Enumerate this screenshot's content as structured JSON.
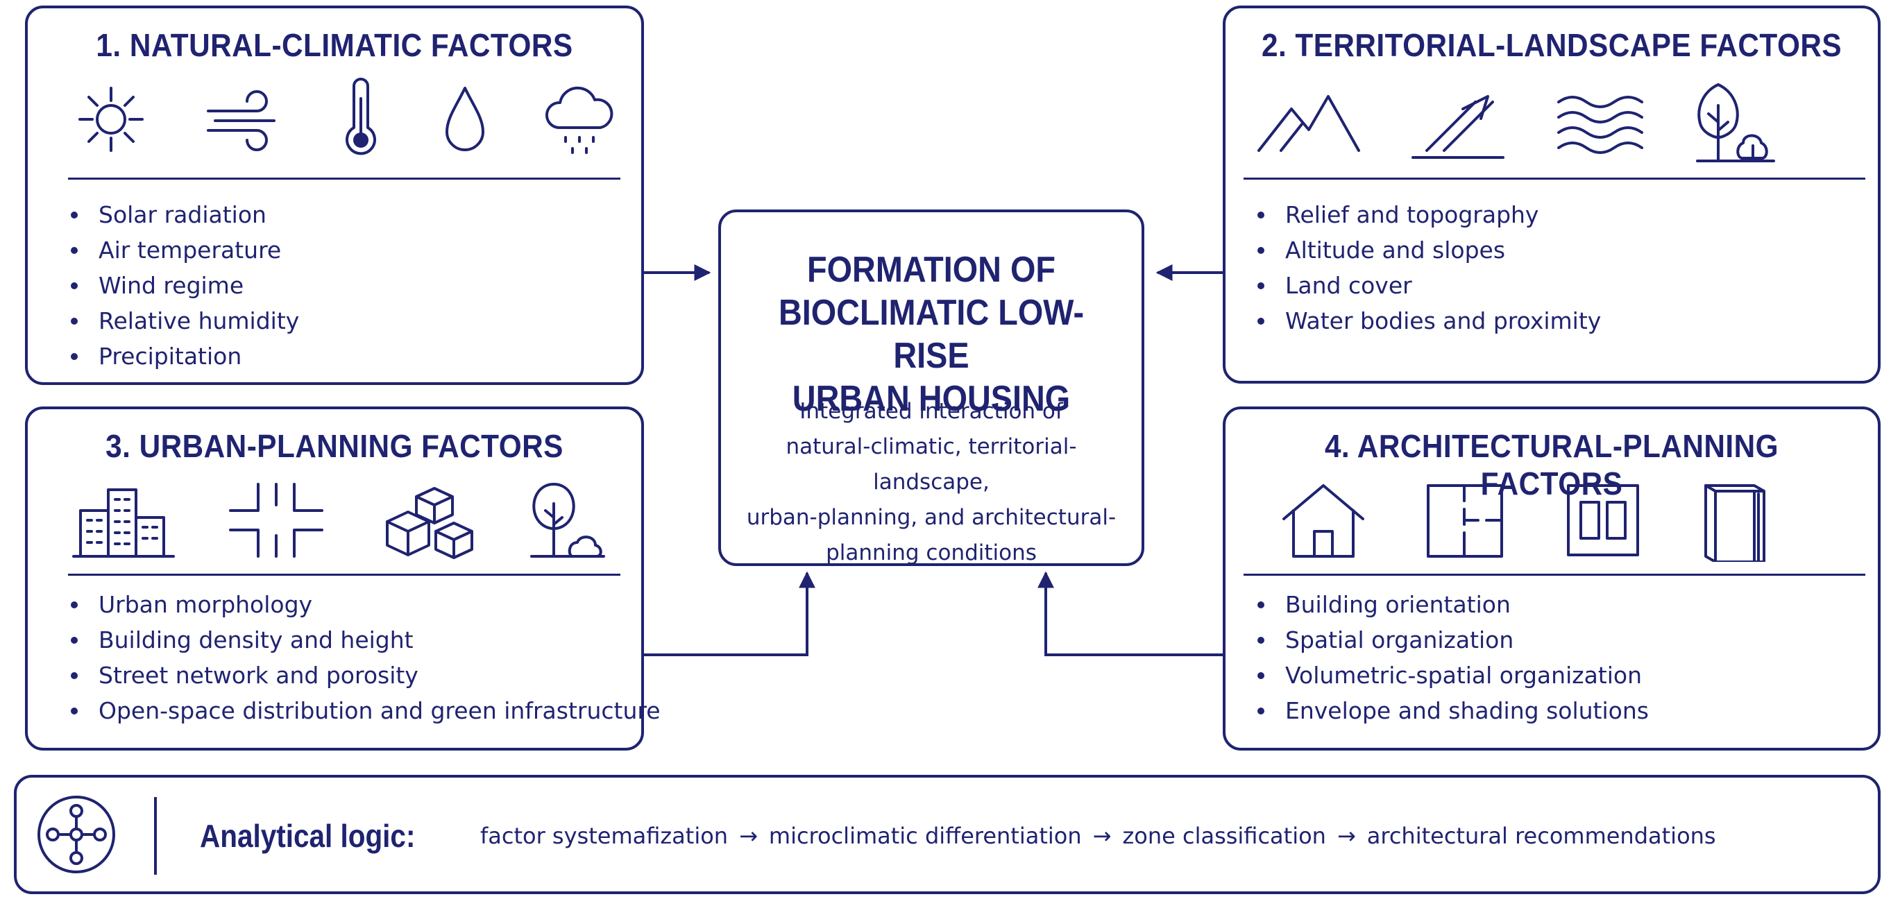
{
  "center": {
    "title_lines": [
      "FORMATION OF",
      "BIOCLIMATIC LOW-RISE",
      "URBAN HOUSING"
    ],
    "subtitle_lines": [
      "Integrated interaction of",
      "natural-climatic, territorial-landscape,",
      "urban-planning, and architectural-",
      "planning conditions"
    ]
  },
  "boxes": [
    {
      "title": "1. NATURAL-CLIMATIC FACTORS",
      "icons": [
        "sun-icon",
        "wind-icon",
        "thermometer-icon",
        "water-drop-icon",
        "rain-cloud-icon"
      ],
      "items": [
        "Solar radiation",
        "Air temperature",
        "Wind regime",
        "Relative humidity",
        "Precipitation"
      ]
    },
    {
      "title": "2. TERRITORIAL-LANDSCAPE FACTORS",
      "icons": [
        "mountains-icon",
        "slope-icon",
        "water-waves-icon",
        "trees-icon"
      ],
      "items": [
        "Relief and topography",
        "Altitude and slopes",
        "Land cover",
        "Water bodies and proximity"
      ]
    },
    {
      "title": "3. URBAN-PLANNING FACTORS",
      "icons": [
        "city-buildings-icon",
        "street-network-icon",
        "building-blocks-icon",
        "tree-icon"
      ],
      "items": [
        "Urban morphology",
        "Building density and height",
        "Street network and porosity",
        "Open-space distribution and green infrastructure"
      ]
    },
    {
      "title": "4. ARCHITECTURAL-PLANNING FACTORS",
      "icons": [
        "house-icon",
        "floor-plan-icon",
        "window-icon",
        "envelope-panel-icon"
      ],
      "items": [
        "Building orientation",
        "Spatial organization",
        "Volumetric-spatial organization",
        "Envelope and shading solutions"
      ]
    }
  ],
  "footer": {
    "label": "Analytical logic:",
    "steps": [
      "factor systemafization",
      "microclimatic differentiation",
      "zone classification",
      "architectural recommendations"
    ],
    "arrow": "→"
  },
  "colors": {
    "primary": "#1f2370",
    "background": "#ffffff"
  }
}
